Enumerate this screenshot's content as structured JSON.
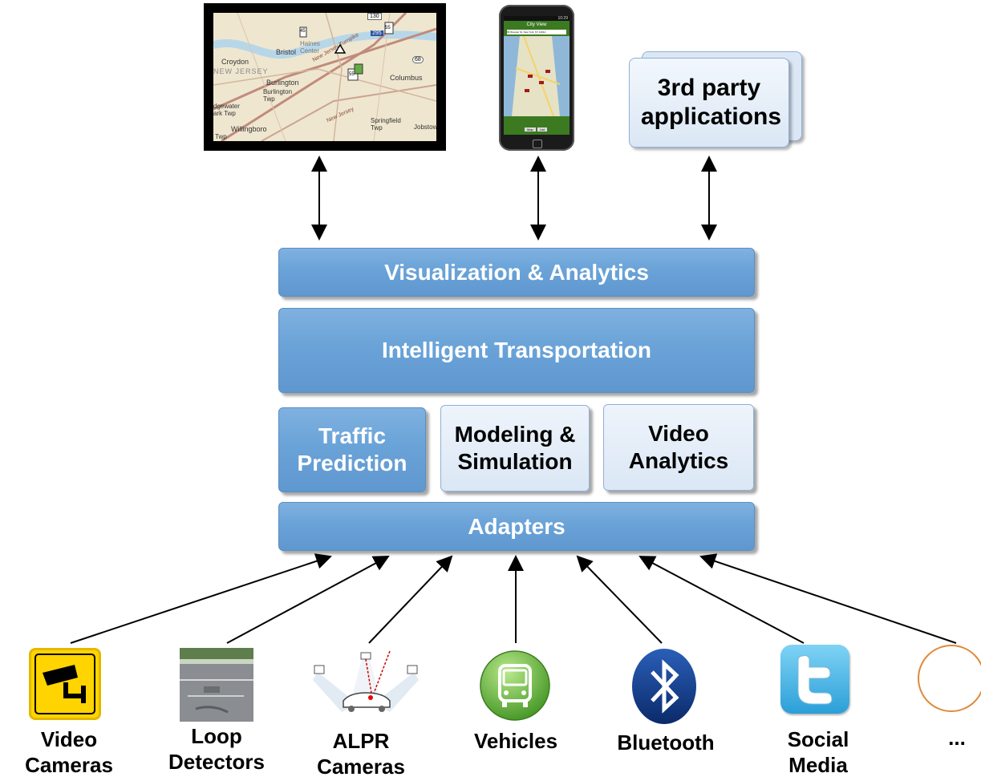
{
  "layers": {
    "visualization": "Visualization & Analytics",
    "transportation": "Intelligent Transportation",
    "traffic_prediction": "Traffic Prediction",
    "modeling": "Modeling & Simulation",
    "video_analytics": "Video Analytics",
    "adapters": "Adapters"
  },
  "third_party": "3rd party applications",
  "sources": [
    {
      "label": "Video Cameras",
      "icon": "cctv-sign-icon"
    },
    {
      "label": "Loop Detectors",
      "icon": "road-photo-icon"
    },
    {
      "label": "ALPR Cameras",
      "icon": "alpr-camera-icon"
    },
    {
      "label": "Vehicles",
      "icon": "bus-icon"
    },
    {
      "label": "Bluetooth",
      "icon": "bluetooth-icon"
    },
    {
      "label": "Social Media",
      "icon": "twitter-icon"
    },
    {
      "label": "...",
      "icon": "circle-icon"
    }
  ],
  "map": {
    "places": [
      "Croydon",
      "Bristol",
      "Haines Center",
      "Burlington",
      "Burlington Twp",
      "Columbus",
      "dgewater ark Twp",
      "Willingboro",
      "Twp",
      "Springfield Twp",
      "Jobstow",
      "NEW JERSEY",
      "New Jersey Turnpike",
      "New Jersey"
    ],
    "shields": [
      "130",
      "295",
      "68",
      "45",
      "55",
      "55"
    ]
  },
  "phone": {
    "title": "City View",
    "address": "66 Wooster St, New York, NY 10012",
    "status_time": "10:29",
    "buttons": [
      "Map",
      "List"
    ]
  },
  "colors": {
    "layer_fill": "#6aa3d8",
    "layer_light": "#dbe7f5",
    "cctv_yellow": "#ffd400",
    "twitter_blue": "#3aa9e0",
    "bus_green": "#6cc04a",
    "bluetooth_blue": "#123a8a"
  }
}
